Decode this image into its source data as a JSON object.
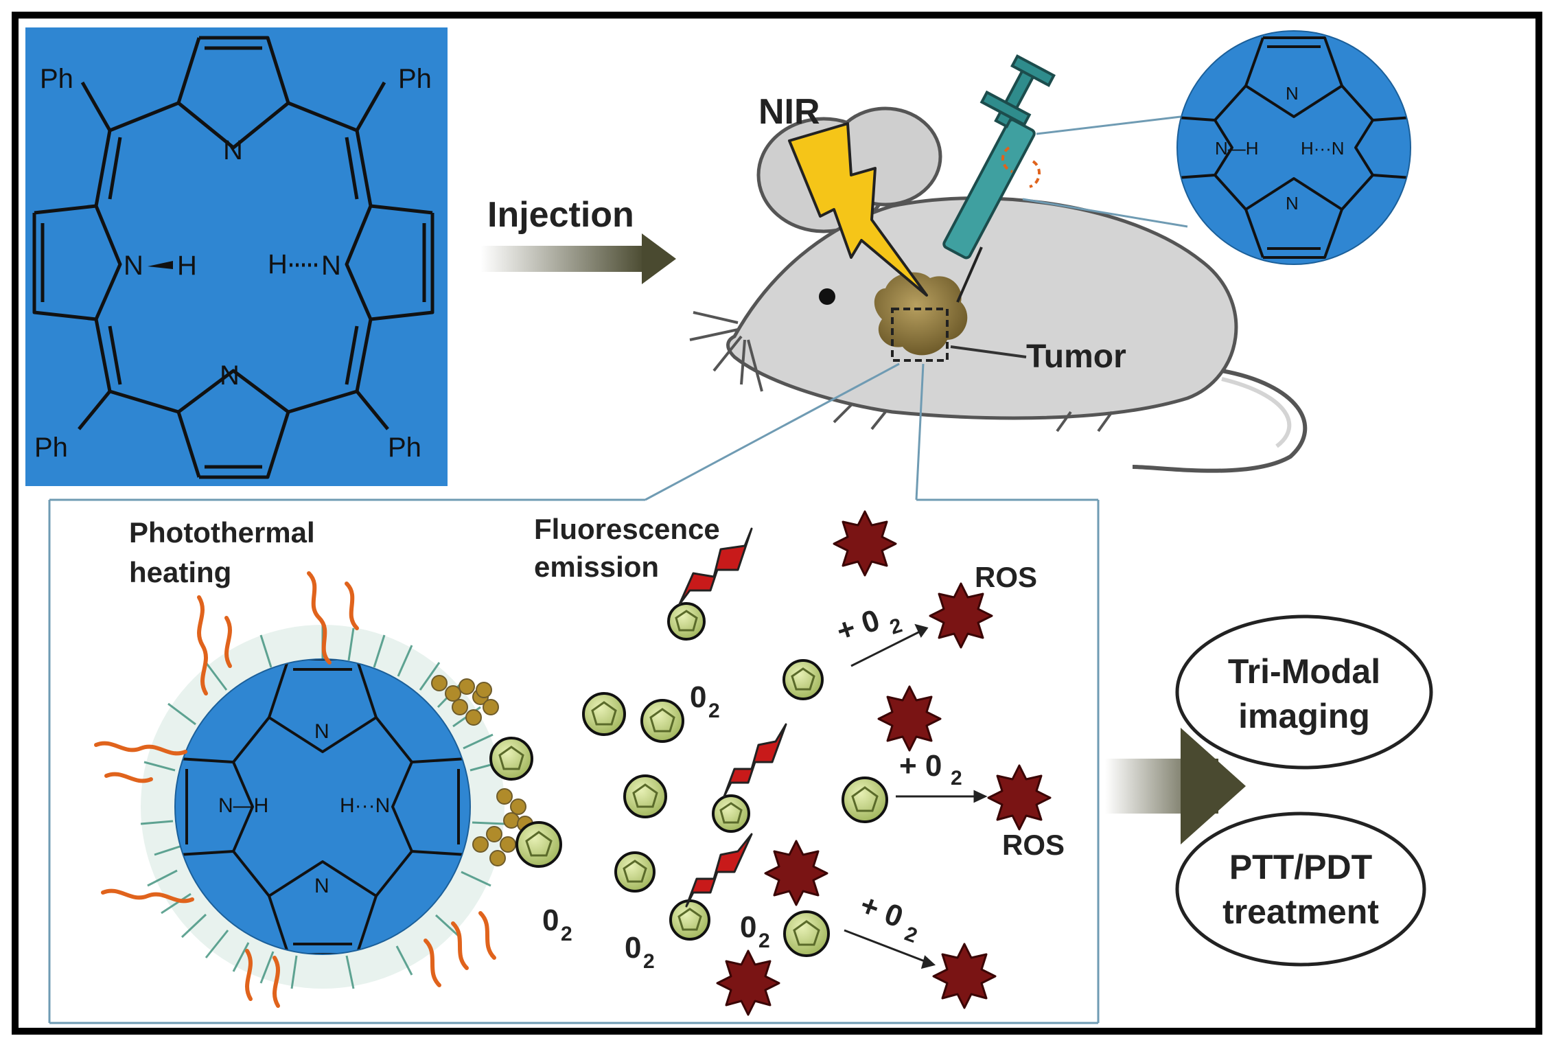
{
  "colors": {
    "porphyrin_blue": "#2f86d2",
    "outline": "#000000",
    "arrow_dark": "#4a4a30",
    "singlet_oxygen": "#c9d98a",
    "ros": "#7a1414",
    "heat_wave": "#e0631c",
    "lightning_yellow": "#f5c518",
    "lightning_red": "#c81a1a",
    "mouse_gray": "#d4d4d4",
    "syringe_teal": "#2f8c8c",
    "nanoparticle_fur": "#3b8f7a",
    "gold_particles": "#b08b2a",
    "panel_line": "#6f9bb3"
  },
  "icons": [
    "porphyrin-structure",
    "mouse-icon",
    "syringe-icon",
    "lightning-icon",
    "tumor-blob",
    "nanoparticle",
    "singlet-oxygen",
    "ros-star",
    "heat-wave"
  ],
  "structure": {
    "ph_top_left": "Ph",
    "ph_top_right": "Ph",
    "ph_bottom_left": "Ph",
    "ph_bottom_right": "Ph",
    "n_top": "N",
    "n_bottom": "N",
    "nh_left": "N",
    "h_left": "H",
    "h_right": "H",
    "n_right": "N"
  },
  "top": {
    "injection": "Injection",
    "nir": "NIR",
    "tumor": "Tumor"
  },
  "zoom_circle": {
    "n_top": "N",
    "n_bottom": "N",
    "nh_left": "N—H",
    "h_right": "H···N"
  },
  "panel": {
    "photothermal_line1": "Photothermal",
    "photothermal_line2": "heating",
    "fluorescence_line1": "Fluorescence",
    "fluorescence_line2": "emission",
    "ros_1": "ROS",
    "ros_2": "ROS",
    "plus_o2_1": "+ 0",
    "plus_o2_2": "+ 0",
    "plus_o2_3": "+ 0",
    "o2_a": "0",
    "o2_b": "0",
    "o2_c": "0",
    "o2_d": "0",
    "subscript": "2",
    "particle_n_top": "N",
    "particle_n_bottom": "N",
    "particle_nh": "N—H",
    "particle_hn": "H···N"
  },
  "outcomes": {
    "tri_modal_line1": "Tri-Modal",
    "tri_modal_line2": "imaging",
    "ptt_line1": "PTT/PDT",
    "ptt_line2": "treatment"
  }
}
